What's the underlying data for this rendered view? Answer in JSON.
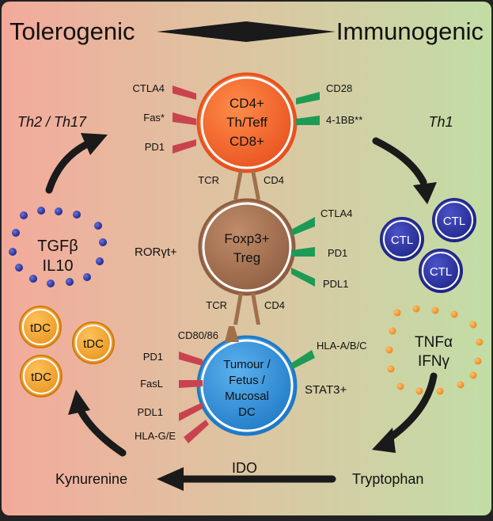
{
  "header": {
    "left": "Tolerogenic",
    "right": "Immunogenic"
  },
  "side_labels": {
    "th2": "Th2 / Th17",
    "th1": "Th1"
  },
  "cells": {
    "effector": {
      "lines": [
        "CD4+",
        "Th/Teff",
        "CD8+"
      ],
      "color": "#f26522"
    },
    "treg": {
      "lines": [
        "Foxp3+",
        "Treg"
      ],
      "color": "#9b6b4e"
    },
    "apc": {
      "lines": [
        "Tumour /",
        "Fetus /",
        "Mucosal",
        "DC"
      ],
      "color": "#2e8fd8"
    }
  },
  "receptors": {
    "effector_left": [
      "CTLA4",
      "Fas*",
      "PD1"
    ],
    "effector_right": [
      "CD28",
      "4-1BB**"
    ],
    "tcr_top": "TCR",
    "cd4_top": "CD4",
    "treg_left": "RORγt+",
    "treg_right": [
      "CTLA4",
      "PD1",
      "PDL1"
    ],
    "tcr_bottom": "TCR",
    "cd4_bottom": "CD4",
    "cd80": "CD80/86",
    "apc_left": [
      "PD1",
      "FasL",
      "PDL1",
      "HLA-G/E"
    ],
    "apc_right": "HLA-A/B/C",
    "stat3": "STAT3+"
  },
  "cytokines_left": [
    "TGFβ",
    "IL10"
  ],
  "cytokines_right": [
    "TNFα",
    "IFNγ"
  ],
  "ctl": [
    "CTL",
    "CTL",
    "CTL"
  ],
  "tdc": [
    "tDC",
    "tDC",
    "tDC"
  ],
  "pathway": {
    "from": "Tryptophan",
    "enzyme": "IDO",
    "to": "Kynurenine"
  },
  "colors": {
    "inhibitory": "#c9434f",
    "stimulatory": "#1e9a55",
    "arrow": "#1a1a1a",
    "bg_left": "#f3aa9b",
    "bg_right": "#c2dda6"
  }
}
